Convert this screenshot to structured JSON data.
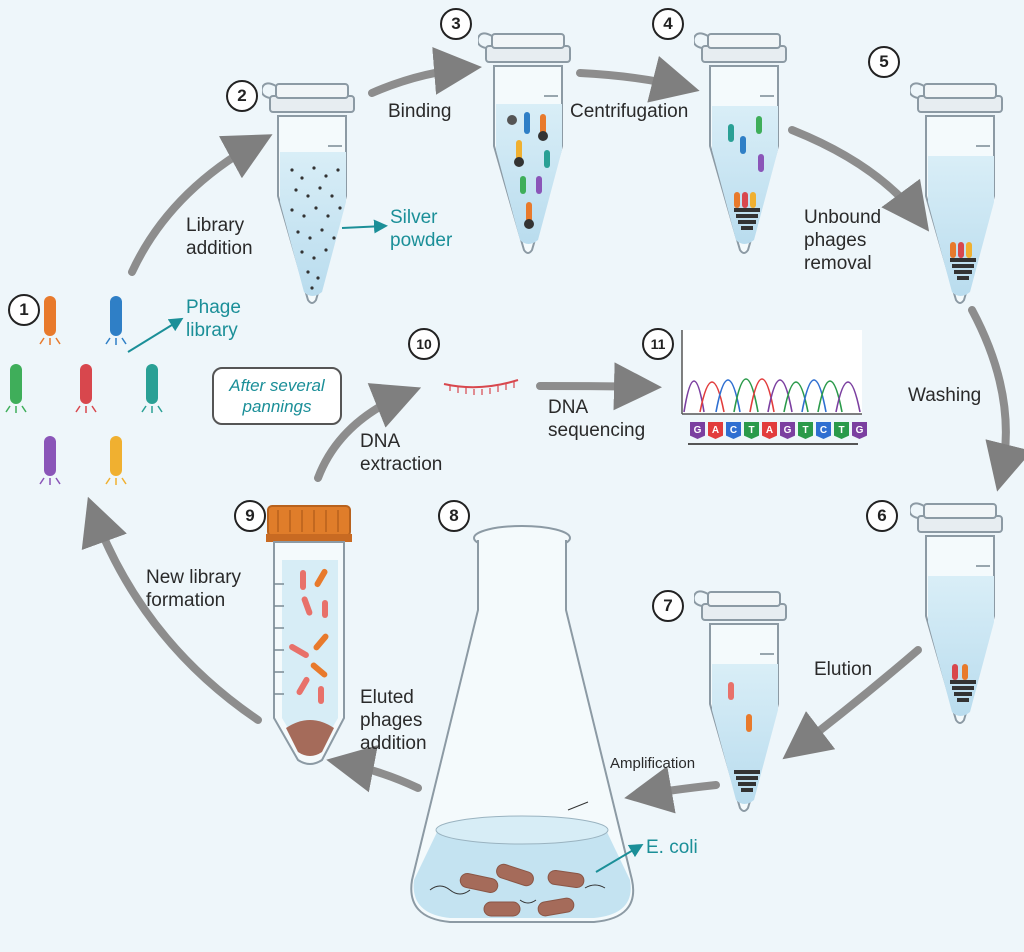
{
  "steps": [
    "1",
    "2",
    "3",
    "4",
    "5",
    "6",
    "7",
    "8",
    "9",
    "10",
    "11"
  ],
  "labels": {
    "library_addition": "Library\naddition",
    "silver_powder": "Silver\npowder",
    "binding": "Binding",
    "centrifugation": "Centrifugation",
    "unbound_removal": "Unbound\nphages\nremoval",
    "washing": "Washing",
    "elution": "Elution",
    "amplification": "Amplification",
    "e_coli": "E. coli",
    "eluted_addition": "Eluted\nphages\naddition",
    "new_library": "New library\nformation",
    "phage_library": "Phage\nlibrary",
    "after_pannings": "After several\npannings",
    "dna_extraction": "DNA\nextraction",
    "dna_sequencing": "DNA\nsequencing"
  },
  "sequence_bases": [
    "G",
    "A",
    "C",
    "T",
    "A",
    "G",
    "T",
    "C",
    "T",
    "G"
  ],
  "base_colors": {
    "A": "#e23c3c",
    "C": "#2f6fd1",
    "G": "#7b3fa0",
    "T": "#2a9a4a"
  },
  "colors": {
    "accent_teal": "#1b8f98",
    "arrow_gray": "#8a8a8a",
    "liquid": "#cfe8f4"
  }
}
